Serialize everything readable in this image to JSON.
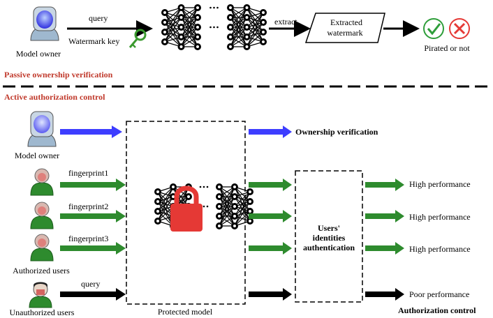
{
  "passive": {
    "section_title": "Passive ownership verification",
    "model_owner": "Model owner",
    "query": "query",
    "watermark_key": "Watermark key",
    "extract": "extract",
    "extracted_watermark_line1": "Extracted",
    "extracted_watermark_line2": "watermark",
    "result": "Pirated or not"
  },
  "active": {
    "section_title": "Active authorization control",
    "model_owner": "Model owner",
    "ownership_verification": "Ownership verification",
    "fingerprints": [
      "fingerprint1",
      "fingerprint2",
      "fingerprint3"
    ],
    "authorized_users": "Authorized users",
    "unauthorized_query": "query",
    "unauthorized_users": "Unauthorized users",
    "protected_model": "Protected model",
    "auth_box_line1": "Users'",
    "auth_box_line2": "identities",
    "auth_box_line3": "authentication",
    "outputs": [
      "High performance",
      "High performance",
      "High performance"
    ],
    "poor_output": "Poor performance",
    "authorization_control": "Authorization control"
  },
  "colors": {
    "blue_arrow": "#3d3dff",
    "green_arrow": "#2e8b2e",
    "black_arrow": "#000000",
    "section_red": "#c0392b",
    "lock_red": "#e53935",
    "check_green": "#2e9e3a",
    "cross_red": "#e53935",
    "key_green": "#3a9a2e"
  }
}
